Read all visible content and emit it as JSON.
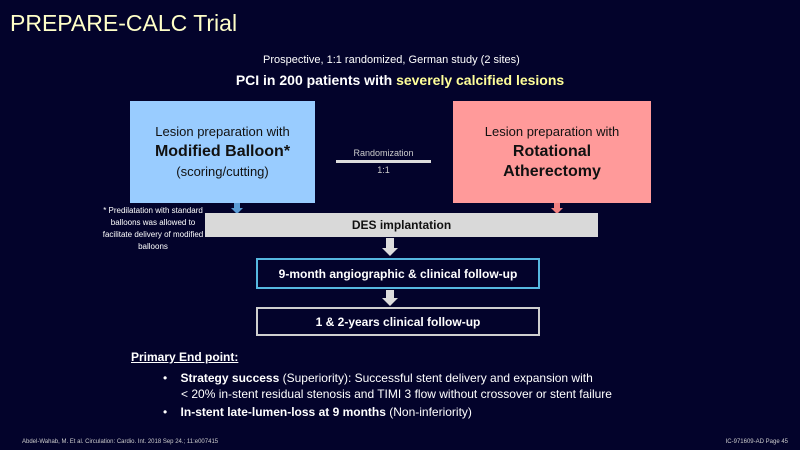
{
  "title": "PREPARE-CALC Trial",
  "subtitle": "Prospective, 1:1 randomized, German study (2 sites)",
  "population": {
    "prefix": "PCI in 200 patients with ",
    "highlight": "severely calcified lesions"
  },
  "left_arm": {
    "line1": "Lesion preparation with",
    "line2": "Modified Balloon*",
    "line3": "(scoring/cutting)"
  },
  "right_arm": {
    "line1": "Lesion preparation with",
    "line2": "Rotational",
    "line3": "Atherectomy"
  },
  "randomization": {
    "label": "Randomization",
    "ratio": "1:1"
  },
  "footnote": "* Predilatation with standard balloons was allowed to facilitate delivery of modified balloons",
  "des": "DES implantation",
  "followup1": "9-month angiographic & clinical follow-up",
  "followup2": "1 & 2-years clinical follow-up",
  "endpoint": {
    "heading": "Primary End point:",
    "b1_bold": "Strategy success",
    "b1_rest": " (Superiority): Successful stent delivery and expansion with",
    "b1_cont": "< 20% in-stent residual stenosis and TIMI 3 flow without crossover or stent failure",
    "b2_bold": "In-stent late-lumen-loss at 9 months",
    "b2_rest": " (Non-inferiority)"
  },
  "citation": "Abdel-Wahab, M. Et al. Circulation: Cardio. Int. 2018 Sep 24.; 11:e007415",
  "page_id": "IC-971609-AD Page 45",
  "colors": {
    "background": "#03032b",
    "left_box": "#99ccff",
    "right_box": "#ff9a9a",
    "highlight": "#ffff99"
  }
}
